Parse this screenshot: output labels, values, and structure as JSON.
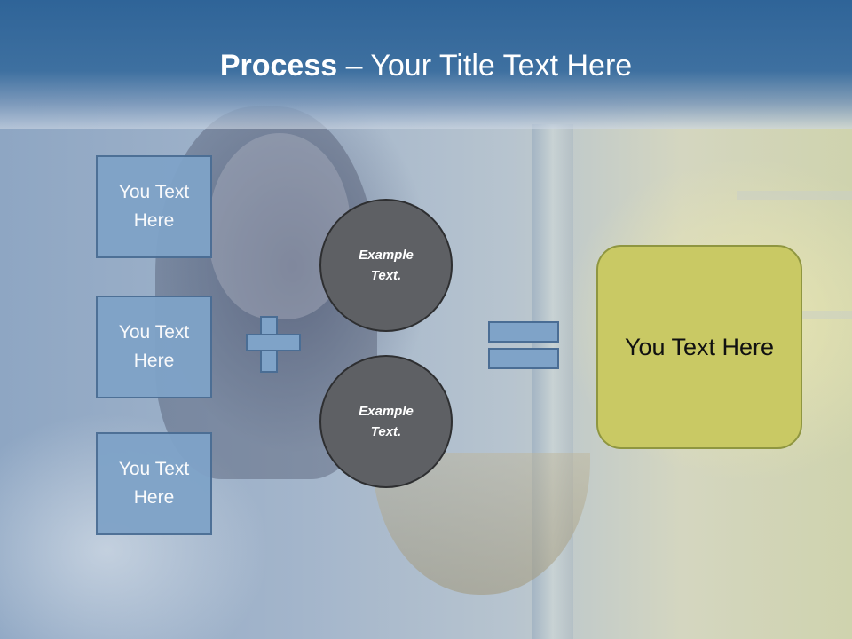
{
  "slide": {
    "title_bold": "Process",
    "title_rest": " – Your Title Text Here"
  },
  "inputs": [
    {
      "label": "You Text Here"
    },
    {
      "label": "You Text Here"
    },
    {
      "label": "You Text Here"
    }
  ],
  "circles": [
    {
      "label": "Example Text."
    },
    {
      "label": "Example Text."
    }
  ],
  "result": {
    "label": "You Text Here"
  },
  "colors": {
    "header": "#2f6498",
    "box_fill": "#7fa3c8",
    "box_border": "#4a6d94",
    "circle_fill": "#5e6064",
    "result_fill": "#c9c964"
  },
  "icons": [
    "plus-icon",
    "equals-icon"
  ]
}
